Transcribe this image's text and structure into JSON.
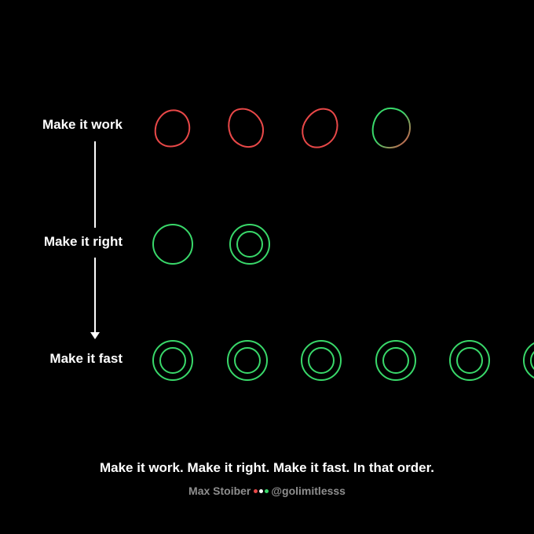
{
  "stages": [
    {
      "label": "Make it work"
    },
    {
      "label": "Make it right"
    },
    {
      "label": "Make it fast"
    }
  ],
  "caption": "Make it work. Make it right. Make it fast. In that order.",
  "credit": {
    "name": "Max Stoiber",
    "handle": "@golimitlesss"
  },
  "colors": {
    "background": "#000000",
    "work": "#e84848",
    "right": "#39d86a",
    "fast": "#39d86a",
    "text": "#ffffff",
    "muted": "#8e8e8e",
    "dot_red": "#e84848",
    "dot_white": "#ffffff",
    "dot_green": "#39d86a"
  }
}
